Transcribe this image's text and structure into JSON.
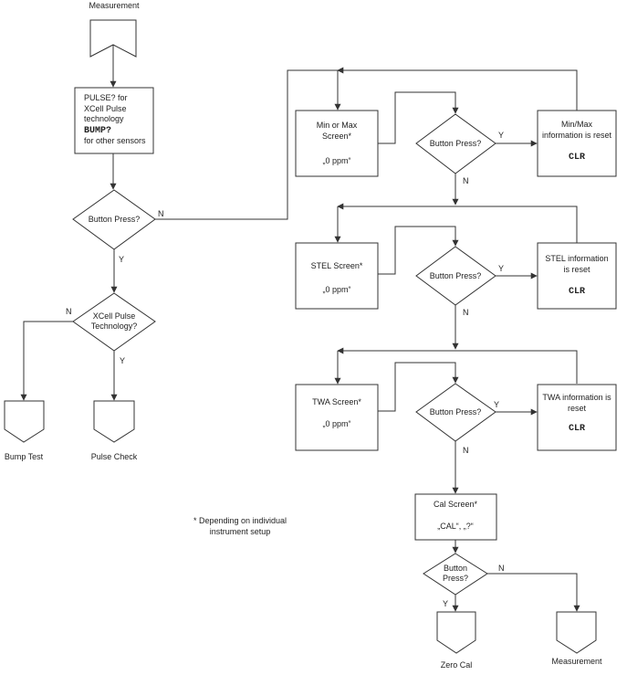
{
  "top_terminal": {
    "label": "Measurement"
  },
  "prompt_box": {
    "line1_code": "PULSE?",
    "line1_text": " for",
    "line2": "XCell Pulse",
    "line3": "technology",
    "line4_code": "BUMP?",
    "line5": "for other sensors"
  },
  "decision_button_main": {
    "label": "Button Press?",
    "yes": "Y",
    "no": "N"
  },
  "decision_xcell": {
    "line1": "XCell Pulse",
    "line2": "Technology?",
    "yes": "Y",
    "no": "N"
  },
  "end_bump": {
    "label": "Bump Test"
  },
  "end_pulse": {
    "label": "Pulse Check"
  },
  "minmax": {
    "screen_line1": "Min or Max",
    "screen_line2": "Screen*",
    "screen_value": "„0 ppm“",
    "decision": "Button Press?",
    "yes": "Y",
    "no": "N",
    "reset_line1": "Min/Max",
    "reset_line2": "information is reset",
    "reset_code": "CLR"
  },
  "stel": {
    "screen_line1": "STEL Screen*",
    "screen_value": "„0 ppm“",
    "decision": "Button Press?",
    "yes": "Y",
    "no": "N",
    "reset_line1": "STEL information",
    "reset_line2": "is reset",
    "reset_code": "CLR"
  },
  "twa": {
    "screen_line1": "TWA Screen*",
    "screen_value": "„0 ppm“",
    "decision": "Button Press?",
    "yes": "Y",
    "no": "N",
    "reset_line1": "TWA information is",
    "reset_line2": "reset",
    "reset_code": "CLR"
  },
  "cal": {
    "screen_line1": "Cal Screen*",
    "screen_value": "„CAL“, „?“",
    "decision_line1": "Button",
    "decision_line2": "Press?",
    "yes": "Y",
    "no": "N",
    "end_zero": "Zero Cal",
    "end_measurement": "Measurement"
  },
  "footnote": {
    "line1": "* Depending on individual",
    "line2": "instrument setup"
  }
}
